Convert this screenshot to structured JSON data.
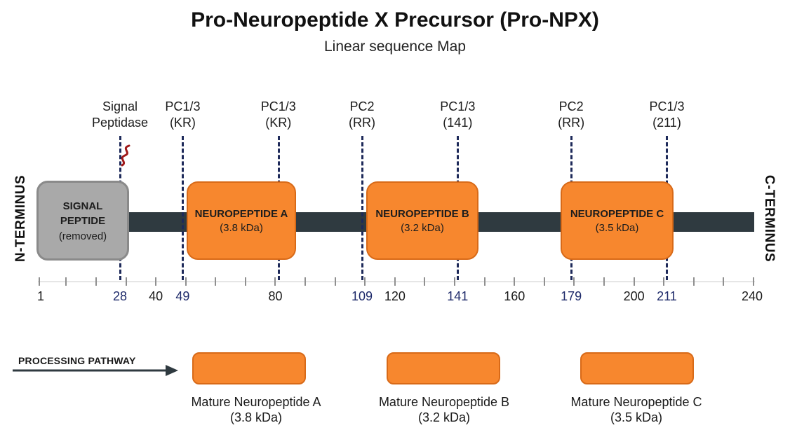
{
  "header": {
    "title": "Pro-Neuropeptide X Precursor (Pro-NPX)",
    "subtitle": "Linear sequence Map"
  },
  "termini": {
    "n": "N-TERMINUS",
    "c": "C-TERMINUS"
  },
  "sequence": {
    "start": 1,
    "end": 240
  },
  "cleavage_sites": [
    {
      "enzyme": "Signal",
      "detail": "Peptidase",
      "position": 28
    },
    {
      "enzyme": "PC1/3",
      "detail": "(KR)",
      "position": 49
    },
    {
      "enzyme": "PC1/3",
      "detail": "(KR)",
      "position": 81
    },
    {
      "enzyme": "PC2",
      "detail": "(RR)",
      "position": 109
    },
    {
      "enzyme": "PC1/3",
      "detail": "(141)",
      "position": 141
    },
    {
      "enzyme": "PC2",
      "detail": "(RR)",
      "position": 179
    },
    {
      "enzyme": "PC1/3",
      "detail": "(211)",
      "position": 211
    }
  ],
  "domains": {
    "signal": {
      "line1": "SIGNAL",
      "line2": "PEPTIDE",
      "note": "(removed)",
      "start": 1,
      "end": 28
    },
    "np_a": {
      "name": "NEUROPEPTIDE A",
      "mass": "(3.8 kDa)",
      "start": 49,
      "end": 81
    },
    "np_b": {
      "name": "NEUROPEPTIDE B",
      "mass": "(3.2 kDa)",
      "start": 109,
      "end": 141
    },
    "np_c": {
      "name": "NEUROPEPTIDE C",
      "mass": "(3.5 kDa)",
      "start": 179,
      "end": 211
    }
  },
  "axis": {
    "tick_labels": [
      {
        "text": "1",
        "position": 1,
        "site": false
      },
      {
        "text": "28",
        "position": 28,
        "site": true
      },
      {
        "text": "40",
        "position": 40,
        "site": false
      },
      {
        "text": "49",
        "position": 49,
        "site": true
      },
      {
        "text": "80",
        "position": 80,
        "site": false
      },
      {
        "text": "109",
        "position": 109,
        "site": true
      },
      {
        "text": "120",
        "position": 120,
        "site": false
      },
      {
        "text": "141",
        "position": 141,
        "site": true
      },
      {
        "text": "160",
        "position": 160,
        "site": false
      },
      {
        "text": "179",
        "position": 179,
        "site": true
      },
      {
        "text": "200",
        "position": 200,
        "site": false
      },
      {
        "text": "211",
        "position": 211,
        "site": true
      },
      {
        "text": "240",
        "position": 240,
        "site": false
      }
    ]
  },
  "pathway": {
    "label": "PROCESSING PATHWAY",
    "products": [
      {
        "name": "Mature Neuropeptide A",
        "mass": "(3.8 kDa)"
      },
      {
        "name": "Mature Neuropeptide B",
        "mass": "(3.2 kDa)"
      },
      {
        "name": "Mature Neuropeptide C",
        "mass": "(3.5 kDa)"
      }
    ]
  },
  "colors": {
    "backbone": "#2f3a40",
    "neuropeptide": "#f7872e",
    "signal_peptide": "#a9a9a9",
    "cleavage_line": "#1e2a5a",
    "signal_cut": "#a01818"
  }
}
